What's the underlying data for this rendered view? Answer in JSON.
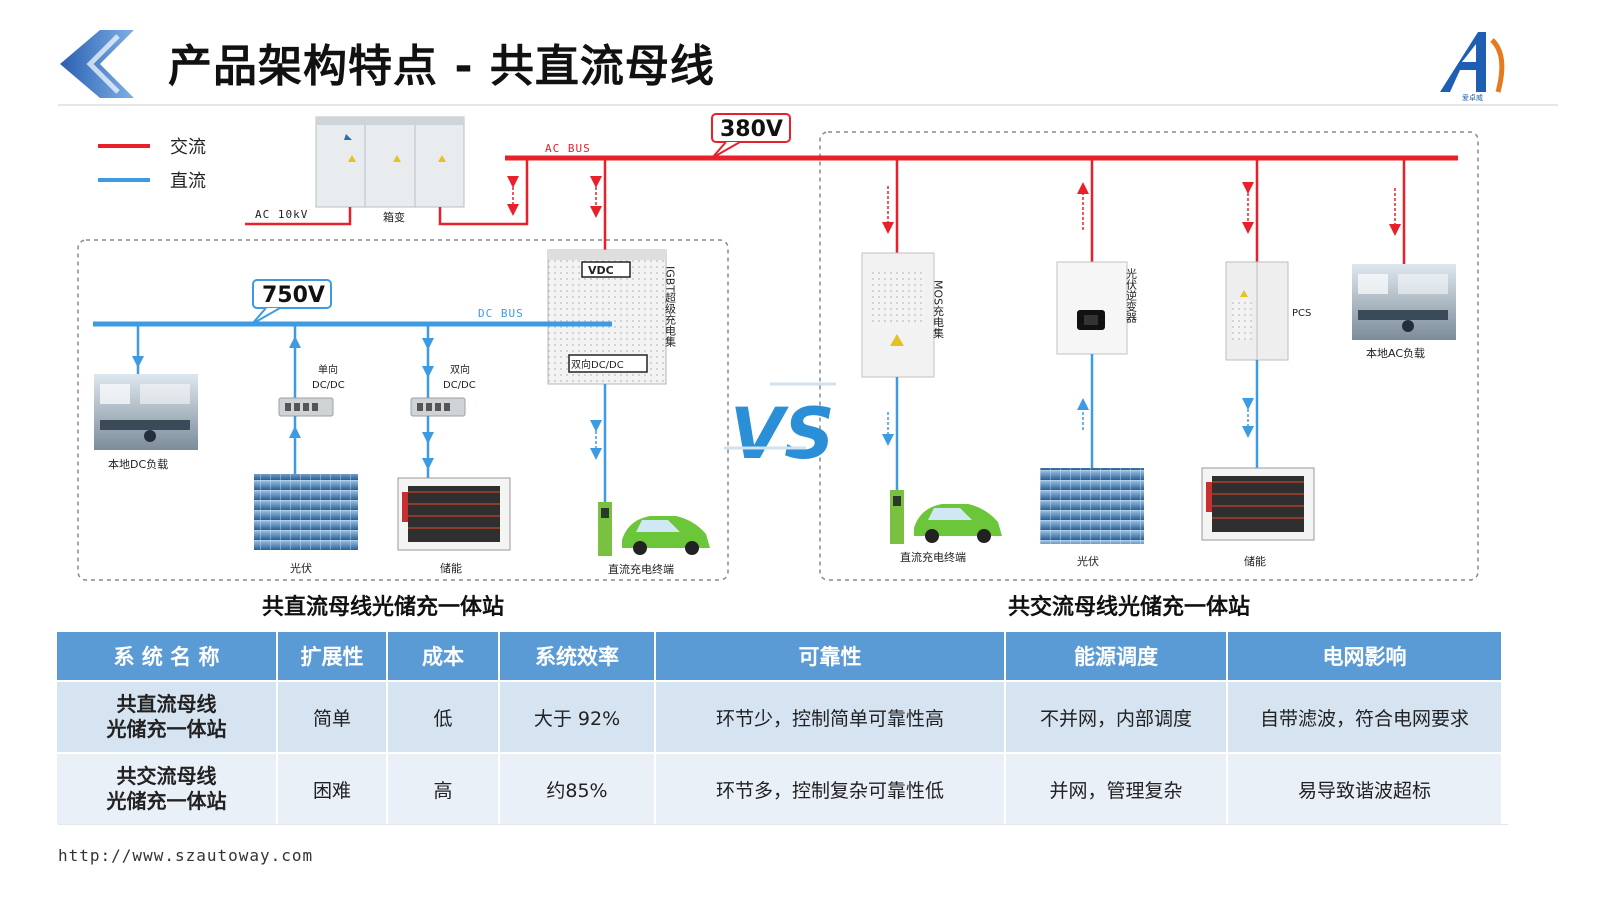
{
  "header": {
    "title": "产品架构特点 - 共直流母线",
    "logo_caption": "爱卓威"
  },
  "legend": {
    "items": [
      {
        "label": "交流",
        "color": "#e8202a"
      },
      {
        "label": "直流",
        "color": "#3d9be3"
      }
    ]
  },
  "colors": {
    "ac": "#e8202a",
    "dc": "#3d9be3",
    "header_blue": "#5b9bd5"
  },
  "top": {
    "ac_bus_label": "AC BUS",
    "ac_voltage": "380V",
    "grid_label": "AC 10kV",
    "transformer_label": "箱变"
  },
  "left_station": {
    "dc_bus_label": "DC BUS",
    "dc_voltage": "750V",
    "vdc_label": "VDC",
    "bidir_dcdc_label": "双向DC/DC",
    "igbt_label": "IGBT超级充电集",
    "unidir_dcdc_label": [
      "单向",
      "DC/DC"
    ],
    "bidir_label": [
      "双向",
      "DC/DC"
    ],
    "local_dc_load": "本地DC负载",
    "pv": "光伏",
    "storage": "储能",
    "dc_charger": "直流充电终端",
    "caption": "共直流母线光储充一体站"
  },
  "vs": "VS",
  "right_station": {
    "mos_label": "MOS充电集",
    "pv_inverter_label": "光伏逆变器",
    "pcs_label": "PCS",
    "local_ac_load": "本地AC负载",
    "dc_charger": "直流充电终端",
    "pv": "光伏",
    "storage": "储能",
    "caption": "共交流母线光储充一体站"
  },
  "table": {
    "headers": [
      "系 统 名 称",
      "扩展性",
      "成本",
      "系统效率",
      "可靠性",
      "能源调度",
      "电网影响"
    ],
    "rows": [
      {
        "name": [
          "共直流母线",
          "光储充一体站"
        ],
        "cells": [
          "简单",
          "低",
          "大于 92%",
          "环节少，控制简单可靠性高",
          "不并网，内部调度",
          "自带滤波，符合电网要求"
        ]
      },
      {
        "name": [
          "共交流母线",
          "光储充一体站"
        ],
        "cells": [
          "困难",
          "高",
          "约85%",
          "环节多，控制复杂可靠性低",
          "并网，管理复杂",
          "易导致谐波超标"
        ]
      }
    ]
  },
  "footer": {
    "url": "http://www.szautoway.com"
  }
}
